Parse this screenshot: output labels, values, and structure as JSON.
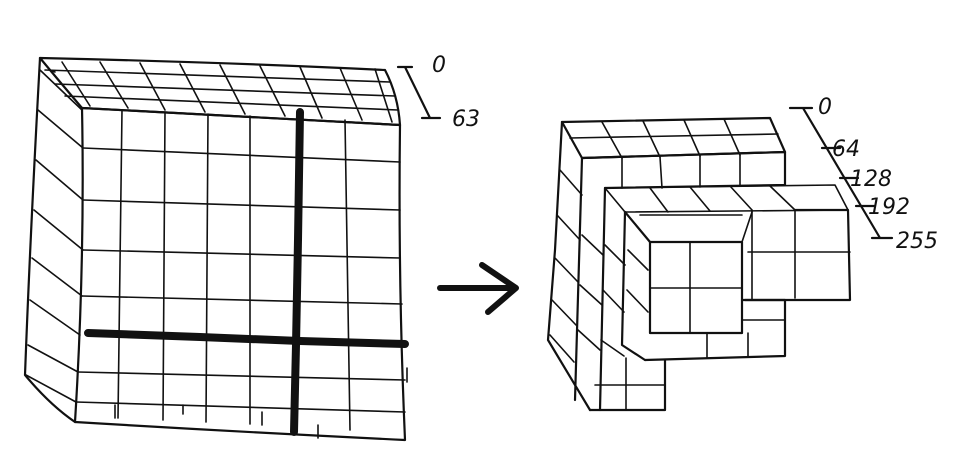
{
  "left_cube": {
    "scale_labels": [
      "0",
      "63"
    ]
  },
  "arrow": {
    "icon": "right-arrow-icon"
  },
  "right_cube": {
    "scale_labels": [
      "0",
      "64",
      "128",
      "192",
      "255"
    ]
  }
}
